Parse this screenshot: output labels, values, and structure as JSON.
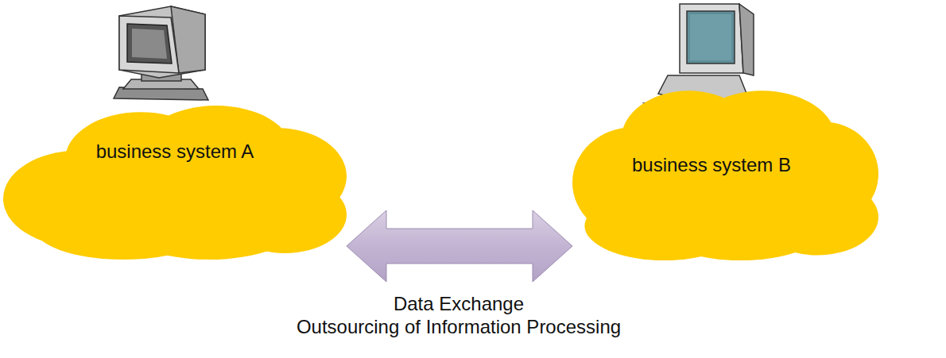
{
  "diagram": {
    "nodes": [
      {
        "text": [
          "business system A"
        ]
      },
      {
        "text": [
          "business system B"
        ]
      }
    ],
    "edges": [
      {
        "from": 0,
        "to": 1,
        "arrow": "both"
      }
    ],
    "labels": [
      "Data Exchange",
      "Outsourcing of Information Processing"
    ]
  }
}
